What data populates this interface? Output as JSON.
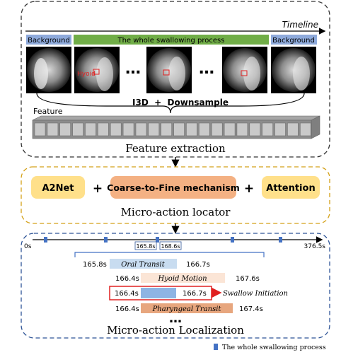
{
  "feature_extraction": {
    "timeline_label": "Timeline",
    "background_left": "Background",
    "whole_process": "The whole swallowing process",
    "background_right": "Background",
    "hyoid_label": "Hyoid",
    "ellipsis_1": "…",
    "ellipsis_2": "…",
    "i3d_label": "I3D  +  Downsample",
    "feature_label": "Feature",
    "title": "Feature extraction"
  },
  "locator": {
    "a2net": "A2Net",
    "plus_1": "+",
    "coarse_to_fine": "Coarse-to-Fine mechanism",
    "plus_2": "+",
    "attention": "Attention",
    "title": "Micro-action locator"
  },
  "localization": {
    "t_start": "0s",
    "t_end": "376.5s",
    "zoom_start": "165.8s",
    "zoom_end": "168.6s",
    "title": "Micro-action Localization",
    "ellipsis": "…",
    "legend_text": "The whole swallowing process",
    "actions": [
      {
        "name": "Oral Transit",
        "start": "165.8s",
        "end": "166.7s"
      },
      {
        "name": "Hyoid Motion",
        "start": "166.4s",
        "end": "167.6s"
      },
      {
        "name": "Swallow Initiation",
        "start": "166.4s",
        "end": "166.7s"
      },
      {
        "name": "Pharyngeal Transit",
        "start": "166.4s",
        "end": "167.4s"
      }
    ]
  },
  "colors": {
    "background_bar": "#8eaadb",
    "process_bar": "#70ad47",
    "a2net": "#ffe08a",
    "coarse": "#f4b183",
    "attention": "#ffe08a",
    "oral": "#c8dcf0",
    "hyoid": "#fbe5d6",
    "swallow": "#8eb4e3",
    "pharyngeal": "#e7a67e",
    "highlight_box": "#e02020",
    "frame_box": "#e02020",
    "legend_marker": "#4472c4"
  }
}
